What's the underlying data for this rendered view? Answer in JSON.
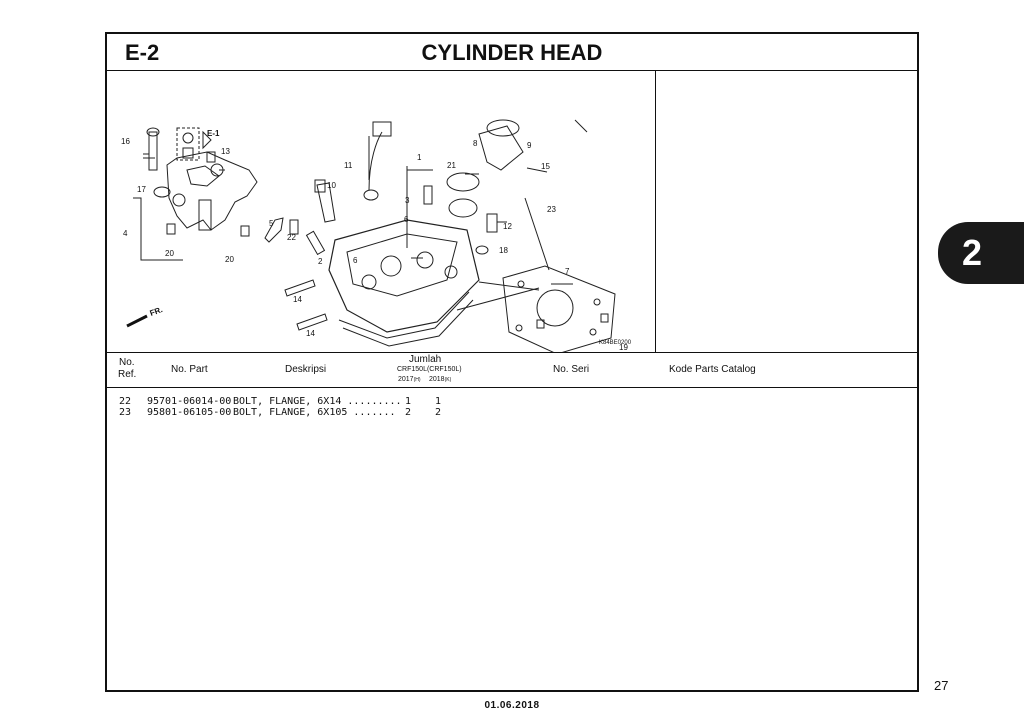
{
  "header": {
    "code": "E-2",
    "title": "CYLINDER HEAD"
  },
  "diagram": {
    "callouts": [
      "16",
      "13",
      "17",
      "4",
      "20",
      "20",
      "5",
      "22",
      "10",
      "11",
      "1",
      "21",
      "8",
      "9",
      "15",
      "3",
      "6",
      "12",
      "18",
      "23",
      "2",
      "6",
      "7",
      "14",
      "14",
      "19",
      "19"
    ],
    "ref_arrow": "E-1",
    "fr_label": "FR.",
    "image_code": "K84BE0200"
  },
  "table": {
    "headers": {
      "ref_no": "No.",
      "ref_sub": "Ref.",
      "part_no": "No. Part",
      "desc": "Deskripsi",
      "qty": "Jumlah",
      "qty_models": "CRF150L(CRF150L)",
      "qty_year1": "2017",
      "qty_year1_code": "(H)",
      "qty_year2": "2018",
      "qty_year2_code": "(K)",
      "serial": "No. Seri",
      "catalog": "Kode Parts Catalog"
    },
    "rows": [
      {
        "ref": "22",
        "part": "95701-06014-00",
        "desc": "BOLT, FLANGE, 6X14 .........",
        "q1": "1",
        "q2": "1"
      },
      {
        "ref": "23",
        "part": "95801-06105-00",
        "desc": "BOLT, FLANGE, 6X105 .......",
        "q1": "2",
        "q2": "2"
      }
    ]
  },
  "side_tab": "2",
  "page_number": "27",
  "date": "01.06.2018"
}
